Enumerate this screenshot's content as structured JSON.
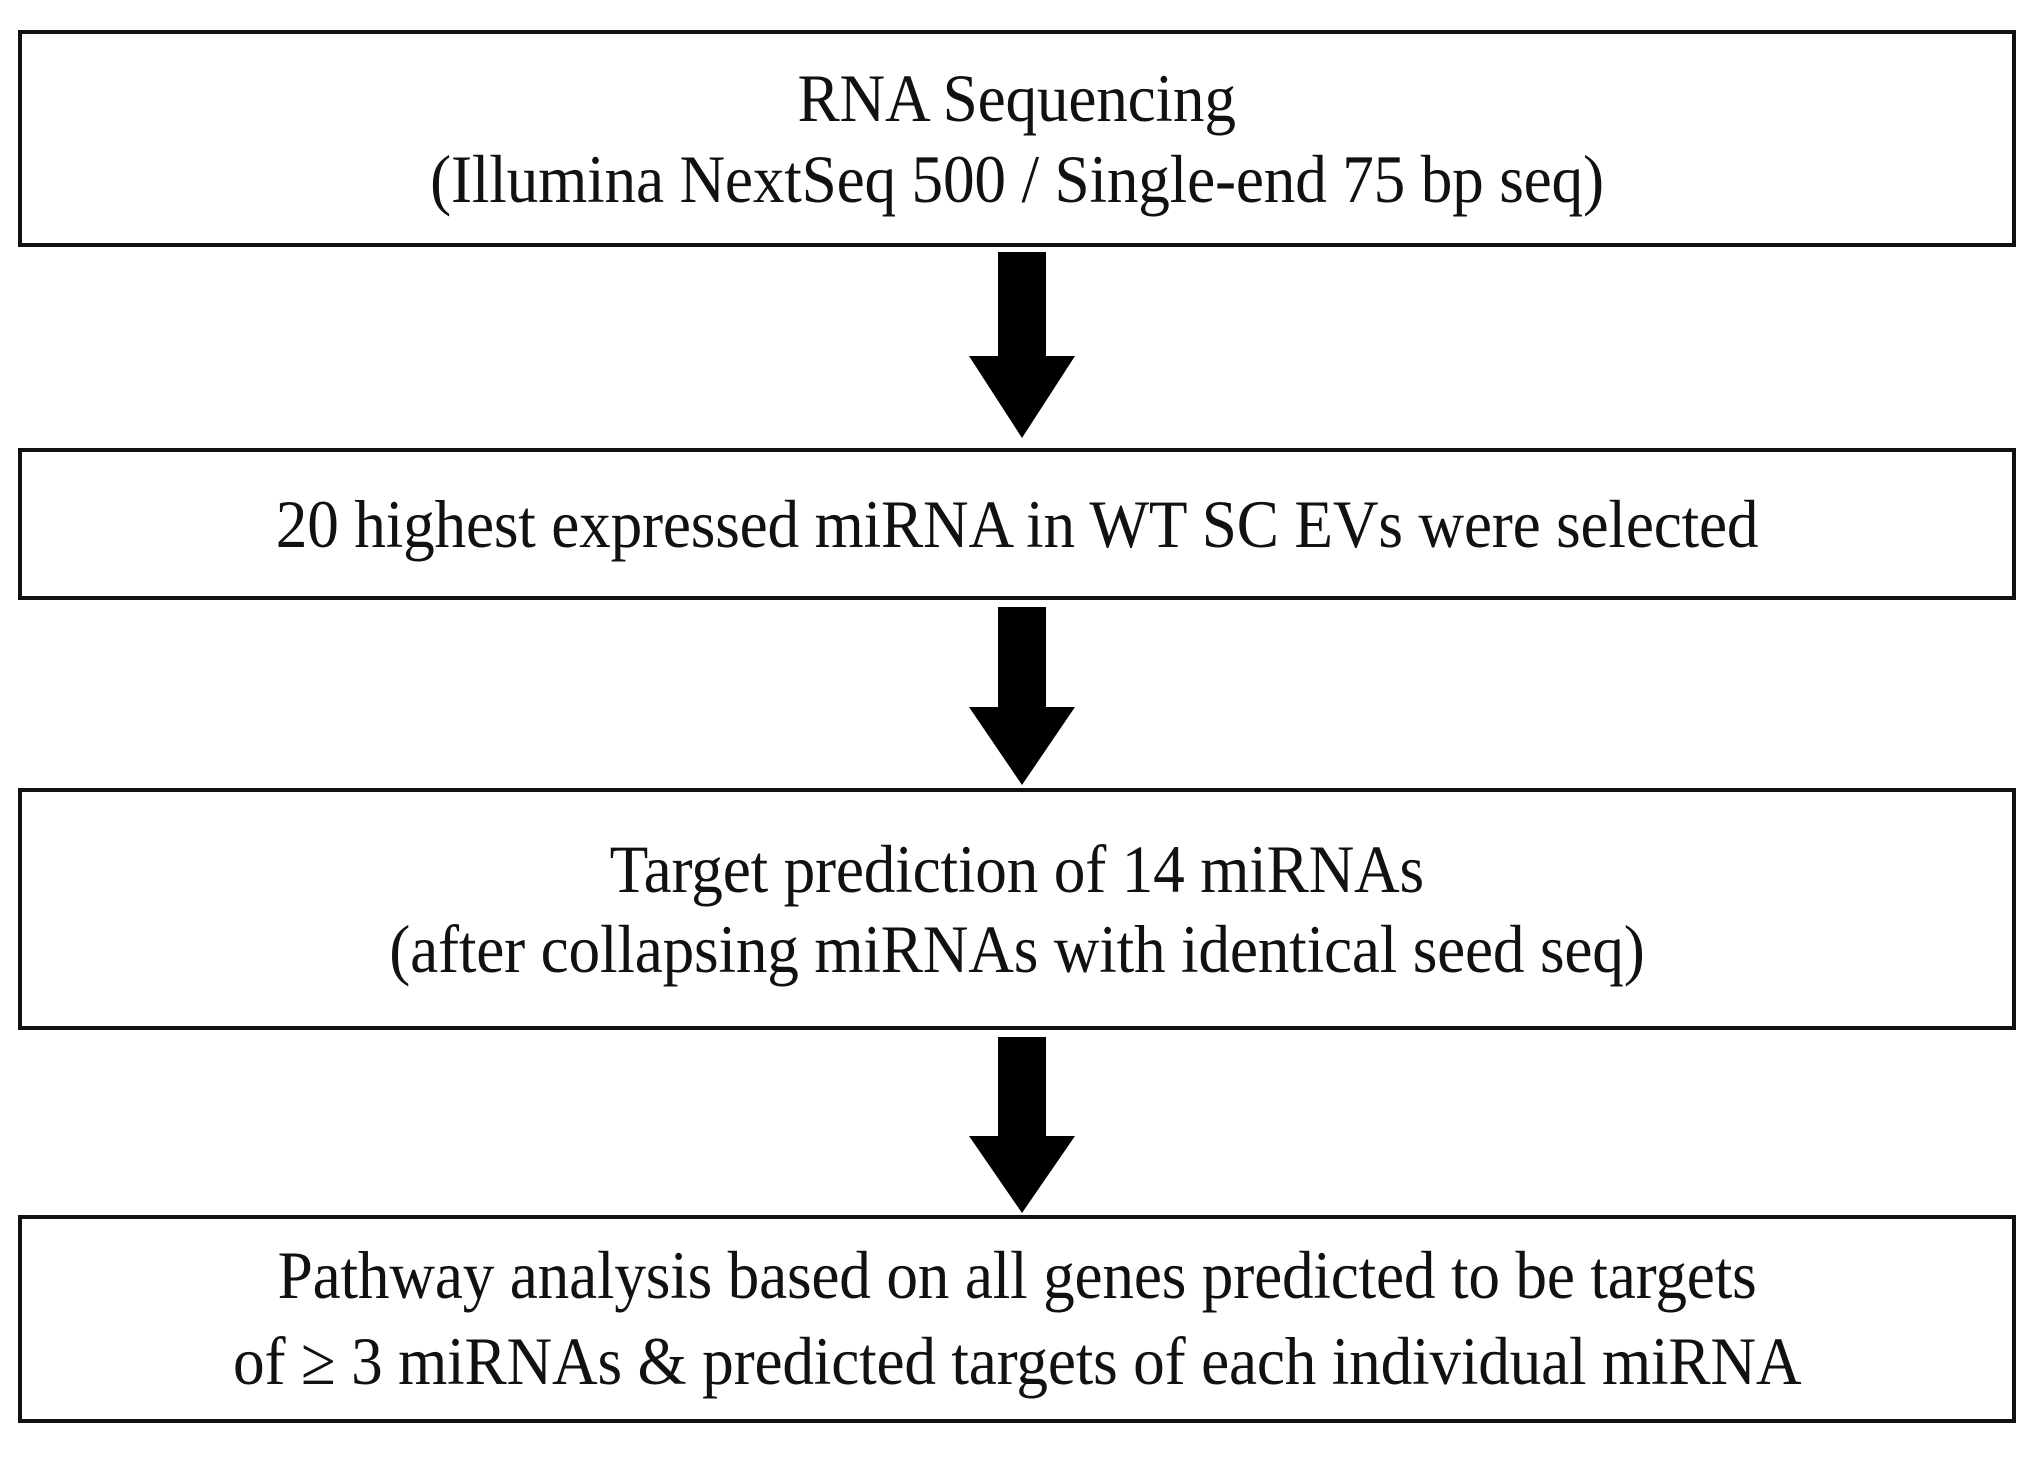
{
  "diagram": {
    "title": "miRNA target prediction and pathway analysis workflow",
    "orientation": "top-to-bottom",
    "background_color": "#ffffff",
    "line_color": "#111111",
    "text_color": "#111111",
    "nodes": [
      {
        "id": "rna-sequencing",
        "shape": "rectangle",
        "lines": [
          "RNA Sequencing",
          "(Illumina NextSeq 500 / Single-end 75 bp seq)"
        ]
      },
      {
        "id": "mirna-selection",
        "shape": "rectangle",
        "lines": [
          "20 highest expressed miRNA in WT SC EVs were selected"
        ]
      },
      {
        "id": "target-prediction",
        "shape": "rectangle",
        "lines": [
          "Target prediction of 14 miRNAs",
          "(after collapsing miRNAs with identical seed seq)"
        ]
      },
      {
        "id": "pathway-analysis",
        "shape": "rectangle",
        "lines": [
          "Pathway analysis based on all genes predicted to be targets",
          "of ≥ 3 miRNAs & predicted targets of each individual miRNA"
        ]
      }
    ],
    "connectors": [
      {
        "id": "arrow-1",
        "icon": "arrow-down-icon",
        "from": "rna-sequencing",
        "to": "mirna-selection"
      },
      {
        "id": "arrow-2",
        "icon": "arrow-down-icon",
        "from": "mirna-selection",
        "to": "target-prediction"
      },
      {
        "id": "arrow-3",
        "icon": "arrow-down-icon",
        "from": "target-prediction",
        "to": "pathway-analysis"
      }
    ]
  }
}
